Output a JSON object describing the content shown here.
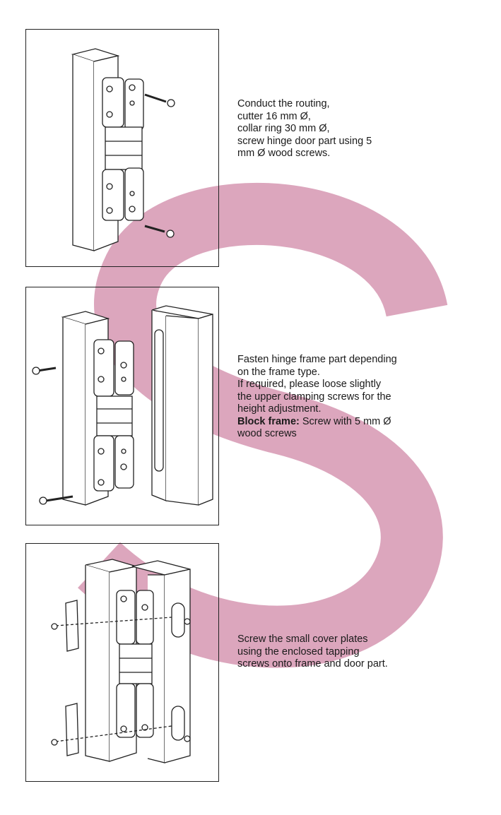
{
  "watermark": {
    "letter": "S",
    "color": "#dca6bd"
  },
  "steps": [
    {
      "lines": [
        "Conduct the routing,",
        "cutter 16 mm Ø,",
        "collar ring 30 mm Ø,",
        "screw hinge door part using 5",
        "mm Ø wood screws."
      ],
      "illustration": "hinge-door-part-routing"
    },
    {
      "lines": [
        "Fasten hinge frame part depending",
        "on the frame type.",
        "If required, please loose slightly",
        "the upper clamping screws for the",
        "height adjustment."
      ],
      "bold_label": "Block frame:",
      "bold_rest": " Screw with 5 mm Ø",
      "last_line": "wood screws",
      "illustration": "hinge-frame-part-fastening"
    },
    {
      "lines": [
        "Screw the small cover plates",
        "using the enclosed tapping",
        "screws onto frame and door part."
      ],
      "illustration": "cover-plates-mounting"
    }
  ]
}
